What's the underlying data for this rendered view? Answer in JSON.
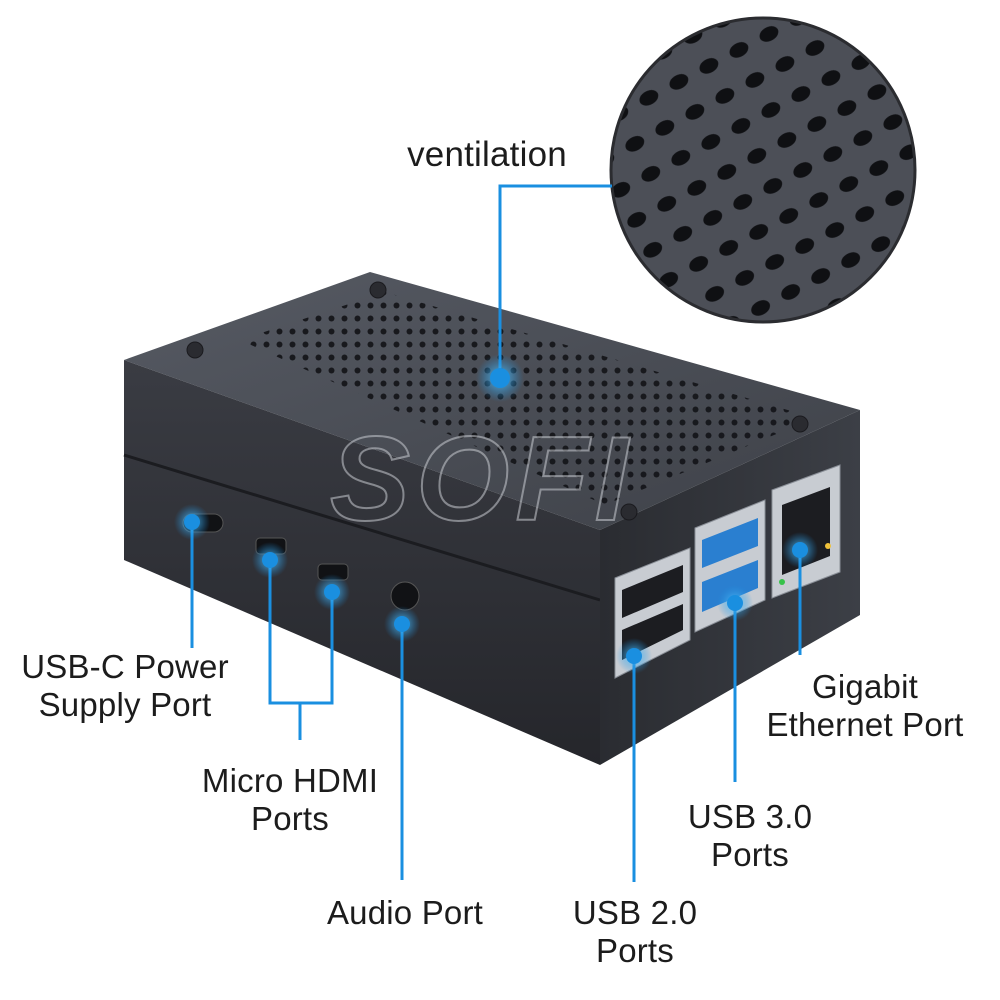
{
  "labels": {
    "ventilation": "ventilation",
    "usbc_line1": "USB-C Power",
    "usbc_line2": "Supply Port",
    "hdmi_line1": "Micro HDMI",
    "hdmi_line2": "Ports",
    "audio": "Audio Port",
    "usb2_line1": "USB 2.0",
    "usb2_line2": "Ports",
    "usb3_line1": "USB 3.0",
    "usb3_line2": "Ports",
    "eth_line1": "Gigabit",
    "eth_line2": "Ethernet Port"
  },
  "watermark": "SOFI",
  "colors": {
    "accent": "#1a8fe0",
    "case_top": "#4a4d55",
    "case_front": "#2e3036",
    "case_side": "#3a3c43",
    "text": "#1c1c1c"
  }
}
